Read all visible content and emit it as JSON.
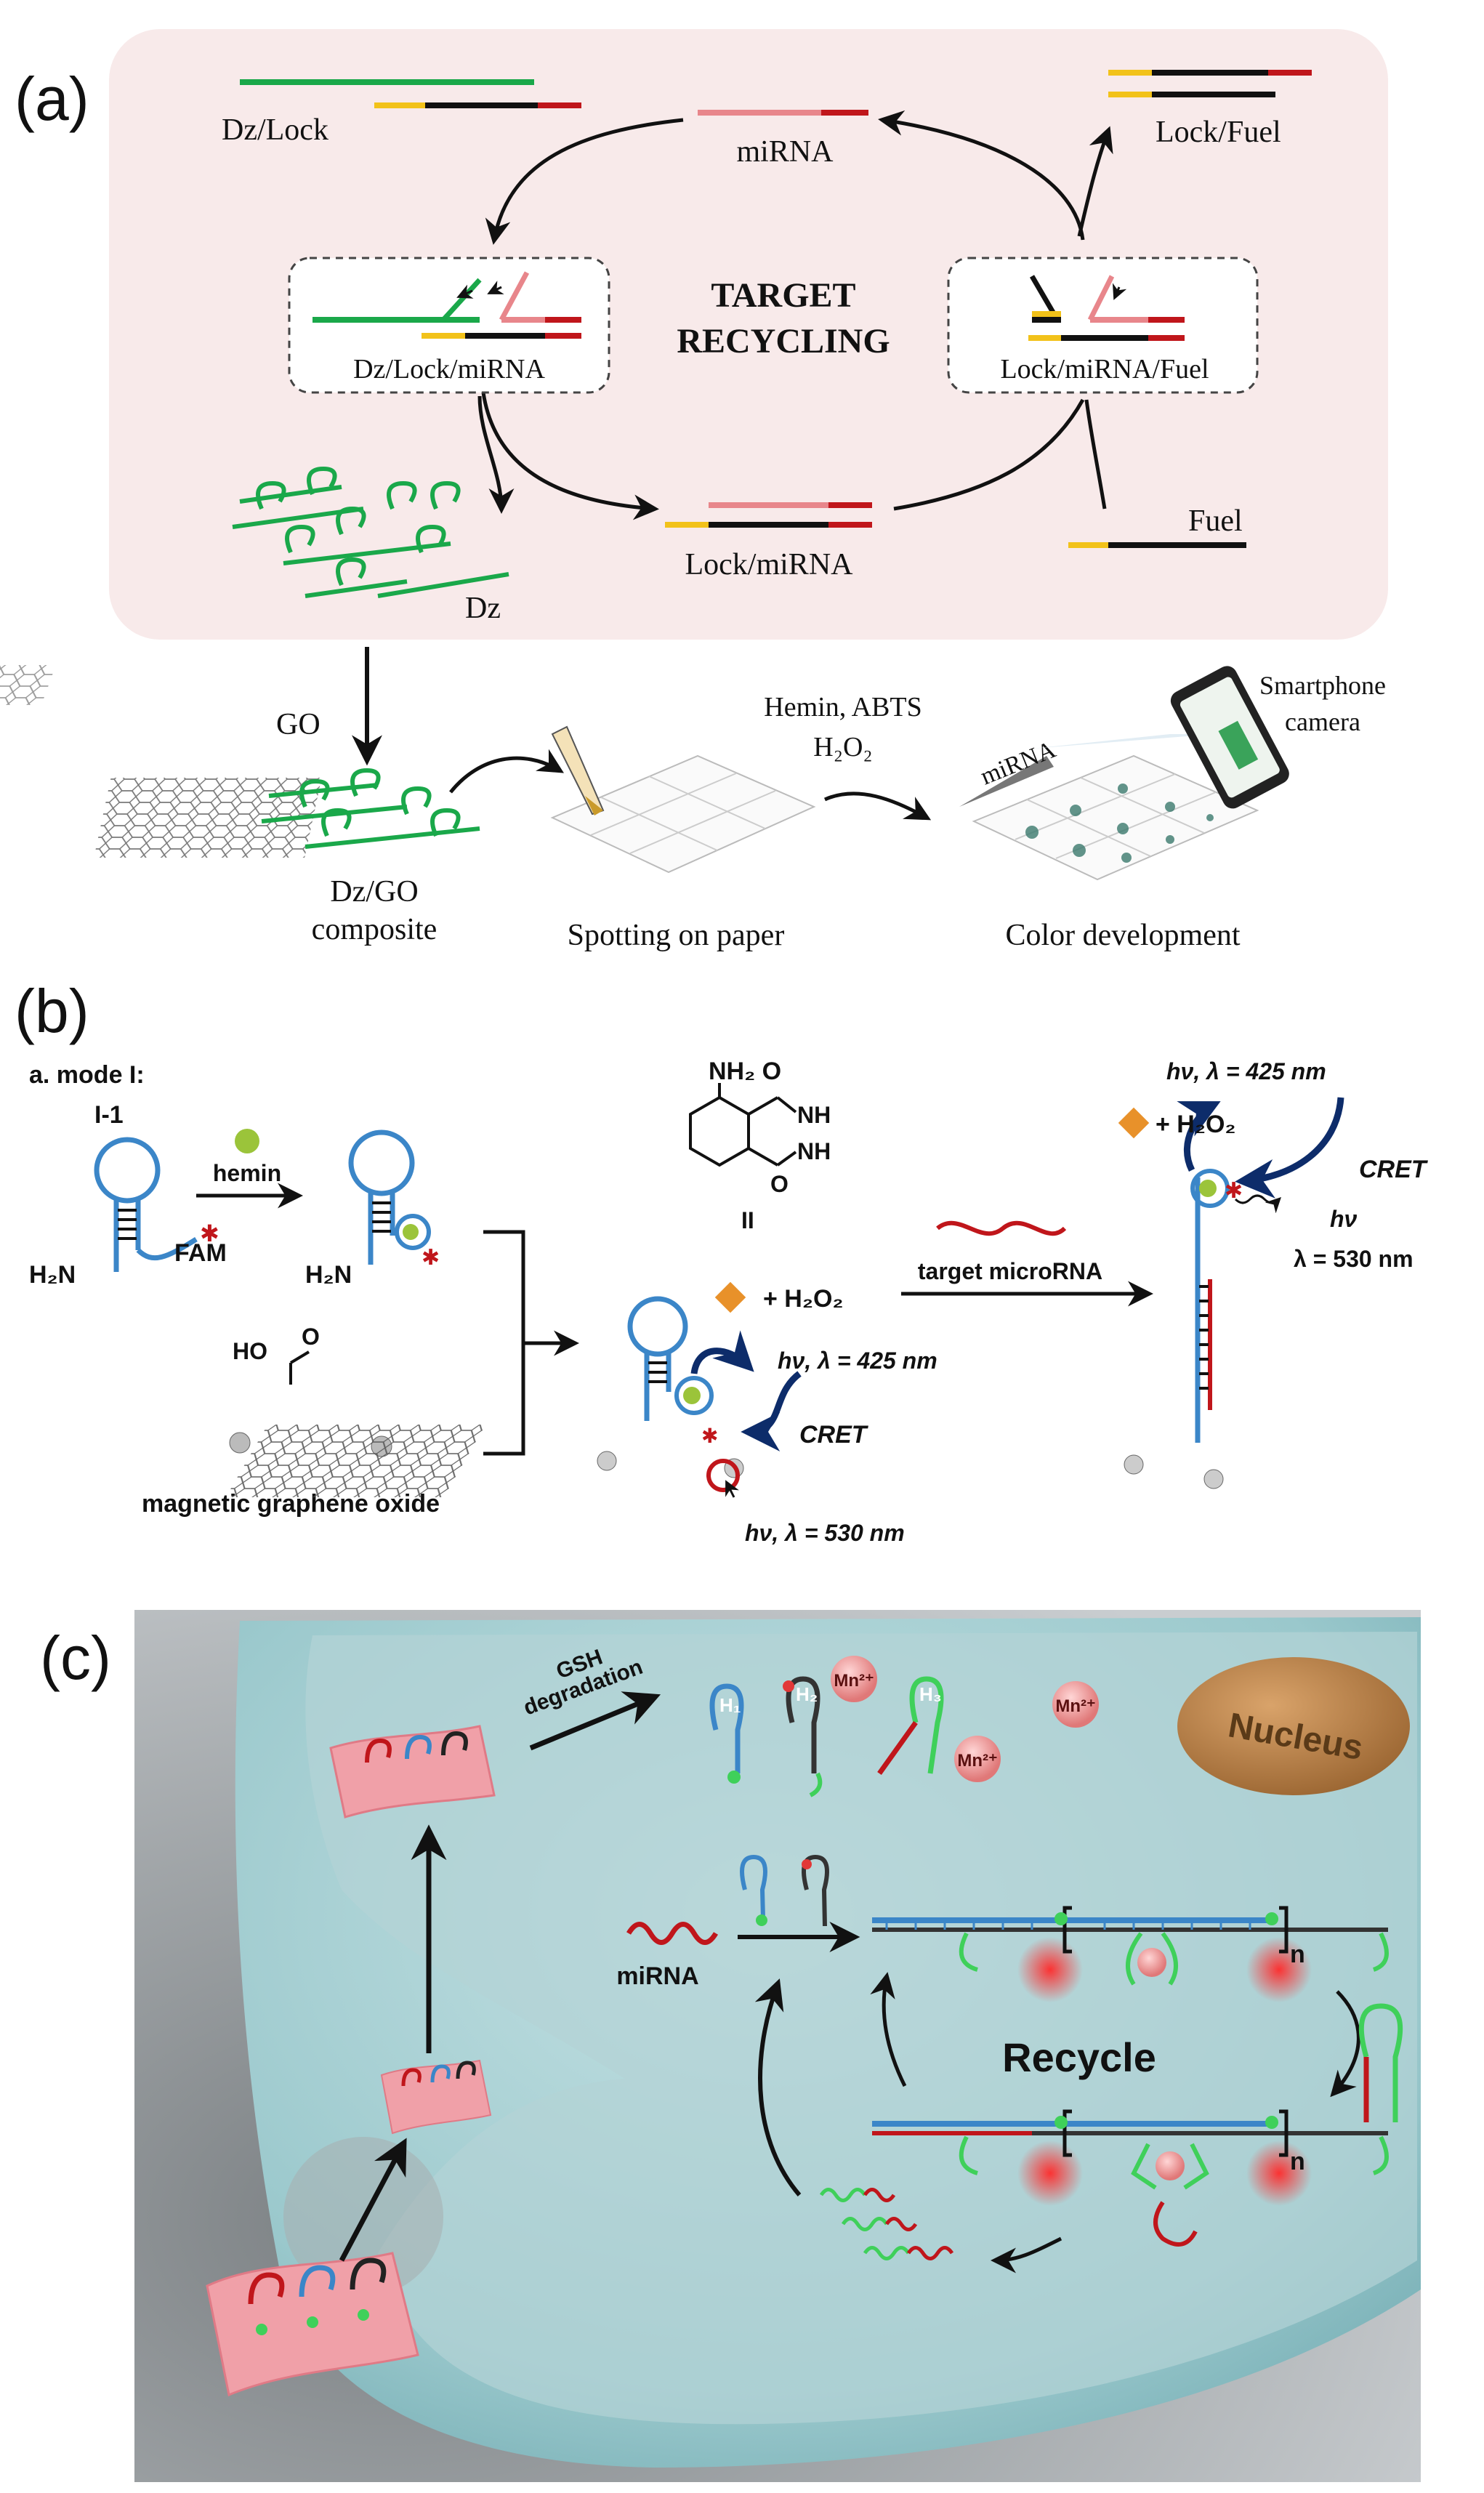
{
  "panel_a": {
    "label": "(a)",
    "dz_lock": "Dz/Lock",
    "mirna_top": "miRNA",
    "lock_fuel": "Lock/Fuel",
    "target_line1": "TARGET",
    "target_line2": "RECYCLING",
    "dz_lock_mirna": "Dz/Lock/miRNA",
    "lock_mirna_fuel": "Lock/miRNA/Fuel",
    "dz": "Dz",
    "lock_mirna": "Lock/miRNA",
    "fuel": "Fuel",
    "go": "GO",
    "dz_go_line1": "Dz/GO",
    "dz_go_line2": "composite",
    "spotting": "Spotting on paper",
    "hemin_abts": "Hemin, ABTS",
    "h2o2": "H₂O₂",
    "mirna_wedge": "miRNA",
    "color_dev": "Color development",
    "smartphone_line1": "Smartphone",
    "smartphone_line2": "camera"
  },
  "panel_b": {
    "label": "(b)",
    "mode": "a. mode I:",
    "i1": "I-1",
    "hemin": "hemin",
    "fam": "FAM",
    "h2n": "H₂N",
    "h2n_2": "H₂N",
    "nh2": "NH₂ O",
    "nh": "NH",
    "nh_2": "NH",
    "o": "O",
    "ii": "II",
    "ho": "HO",
    "o_cooh": "O",
    "mgo": "magnetic graphene oxide",
    "plus_h2o2_mid": "+ H₂O₂",
    "hv425_mid": "hν, λ = 425 nm",
    "cret_mid": "CRET",
    "hv530_mid": "hν, λ = 530 nm",
    "target_microrna": "target microRNA",
    "plus_h2o2_right": "+ H₂O₂",
    "hv425_right": "hν, λ = 425 nm",
    "cret_right": "CRET",
    "hv_right": "hν",
    "lambda530_right": "λ = 530 nm"
  },
  "panel_c": {
    "label": "(c)",
    "gsh_line1": "GSH",
    "gsh_line2": "degradation",
    "h1": "H₁",
    "h2": "H₂",
    "h3": "H₃",
    "mn1": "Mn²⁺",
    "mn2": "Mn²⁺",
    "mn3": "Mn²⁺",
    "nucleus": "Nucleus",
    "mirna": "miRNA",
    "recycle": "Recycle",
    "n1": "n",
    "n2": "n"
  },
  "colors": {
    "green": "#1aa84a",
    "red": "#c0161b",
    "pink": "#e8868b",
    "yellow": "#f2c21a",
    "blue": "#3b86c8",
    "navy": "#0d2c6a",
    "panel_a_bg": "#f8eaea",
    "cell": "#a9d8d8"
  }
}
